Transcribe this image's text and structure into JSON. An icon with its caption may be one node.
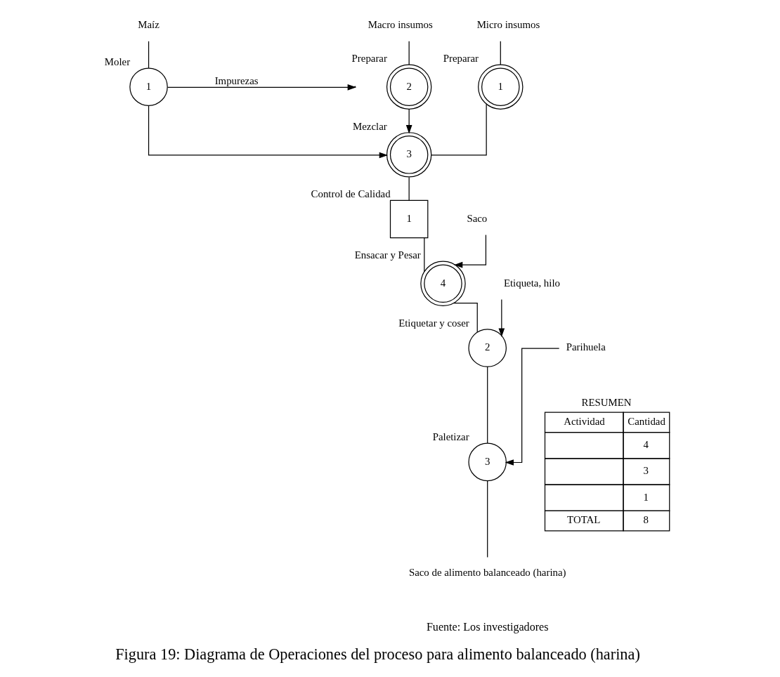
{
  "diagram": {
    "caption": "Figura 19: Diagrama de Operaciones del proceso para alimento balanceado (harina)",
    "nodes": [
      {
        "text": [
          "Maíz"
        ]
      },
      {
        "text": [
          "1"
        ],
        "beside": [
          "Moler"
        ]
      },
      {
        "text": [
          "Macro insumos"
        ]
      },
      {
        "text": [
          "2"
        ],
        "beside": [
          "Preparar"
        ]
      },
      {
        "text": [
          "Micro insumos"
        ]
      },
      {
        "text": [
          "1"
        ],
        "beside": [
          "Preparar"
        ]
      },
      {
        "text": [
          "3"
        ],
        "beside": [
          "Mezclar"
        ]
      },
      {
        "text": [
          "1"
        ],
        "beside": [
          "Control de Calidad"
        ]
      },
      {
        "text": [
          "Saco"
        ]
      },
      {
        "text": [
          "4"
        ],
        "beside": [
          "Ensacar y Pesar"
        ]
      },
      {
        "text": [
          "Etiqueta, hilo"
        ]
      },
      {
        "text": [
          "2"
        ],
        "beside": [
          "Etiquetar y coser"
        ]
      },
      {
        "text": [
          "Parihuela"
        ]
      },
      {
        "text": [
          "3"
        ],
        "beside": [
          "Paletizar"
        ]
      },
      {
        "text": [
          "Saco de alimento balanceado (harina)"
        ]
      }
    ],
    "edges": [
      {
        "from": 0,
        "to": 1,
        "arrow": "none"
      },
      {
        "from": 2,
        "to": 3,
        "arrow": "none"
      },
      {
        "from": 4,
        "to": 5,
        "arrow": "none"
      },
      {
        "from": 1,
        "to": null,
        "arrow": "to",
        "label": "Impurezas"
      },
      {
        "from": 3,
        "to": 6,
        "arrow": "to"
      },
      {
        "from": 1,
        "to": 6,
        "arrow": "to"
      },
      {
        "from": 5,
        "to": 6,
        "arrow": "none"
      },
      {
        "from": 6,
        "to": 7,
        "arrow": "none"
      },
      {
        "from": 7,
        "to": 9,
        "arrow": "none"
      },
      {
        "from": 8,
        "to": 9,
        "arrow": "to"
      },
      {
        "from": 9,
        "to": 11,
        "arrow": "none"
      },
      {
        "from": 10,
        "to": 11,
        "arrow": "to"
      },
      {
        "from": 11,
        "to": 13,
        "arrow": "none"
      },
      {
        "from": 12,
        "to": 13,
        "arrow": "to"
      },
      {
        "from": 13,
        "to": 14,
        "arrow": "none"
      }
    ],
    "labels": [
      "RESUMEN",
      "Actividad",
      "Cantidad",
      "4",
      "3",
      "1",
      "TOTAL",
      "8",
      "Fuente: Los investigadores"
    ]
  }
}
